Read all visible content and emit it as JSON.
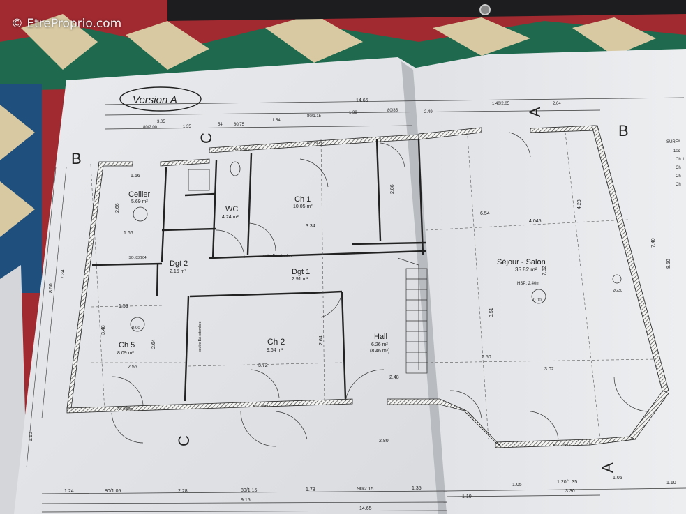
{
  "watermark": "© EtreProprio.com",
  "plan": {
    "version_label": "Version A",
    "section_marks": {
      "b": "B",
      "c": "C",
      "a": "A"
    },
    "rooms": [
      {
        "id": "cellier",
        "name": "Cellier",
        "area": "5.69 m²"
      },
      {
        "id": "wc",
        "name": "WC",
        "area": "4.24 m²"
      },
      {
        "id": "ch1",
        "name": "Ch 1",
        "area": "10.05 m²"
      },
      {
        "id": "dgt2",
        "name": "Dgt 2",
        "area": "2.15 m²"
      },
      {
        "id": "dgt1",
        "name": "Dgt 1",
        "area": "2.91 m²"
      },
      {
        "id": "sejour",
        "name": "Séjour - Salon",
        "area": "35.82 m²"
      },
      {
        "id": "ch5",
        "name": "Ch 5",
        "area": "8.09 m²"
      },
      {
        "id": "ch2",
        "name": "Ch 2",
        "area": "9.64 m²"
      },
      {
        "id": "hall",
        "name": "Hall",
        "area": "6.26 m²",
        "area2": "(8.46 m²)"
      }
    ],
    "hsp": "HSP: 2.40m",
    "bottom_dims": [
      "1.24",
      "80/1.05",
      "2.28",
      "80/1.15",
      "1.78",
      "90/2.15",
      "1.35",
      "1.05",
      "1.20/1.35",
      "1.05",
      "1.10"
    ],
    "bottom_total_1": "9.15",
    "bottom_total_2": "14.65",
    "bottom_right_1": "1.10",
    "bottom_right_2": "3.30",
    "top_total": "14.65",
    "top_dims": [
      "3.05",
      "80/2.00",
      "1.35",
      "54",
      "80/75",
      "1.54",
      "80/1.15",
      "1.39",
      "80/85",
      "2.49",
      "1.40/2.05",
      "2.04"
    ],
    "left_dims": [
      "8.50",
      "7.34",
      "1.10"
    ],
    "inner_dims": [
      "1.66",
      "2.66",
      "1.66",
      "3.34",
      "6.54",
      "4.045",
      "1.59",
      "2.56",
      "3.72",
      "7.50",
      "3.02",
      "2.80",
      "2.48",
      "3.48",
      "2.64",
      "2.64",
      "3.51",
      "7.82",
      "4.23",
      "2.86",
      "7.40",
      "8.50"
    ],
    "window_labels": [
      "All. 0.89m",
      "All. 0.90m",
      "All. 0.75m",
      "All. 0.90m",
      "All. 1.30m"
    ],
    "notes": [
      "poutre BA retombée",
      "poutre BA retombée",
      "ISO: 83/204",
      "Ø 230"
    ],
    "level_mark": "0.00",
    "legend_title": "SURFA",
    "legend_lines": [
      "10c",
      "Ch 1",
      "Ch",
      "Ch",
      "Ch"
    ]
  }
}
